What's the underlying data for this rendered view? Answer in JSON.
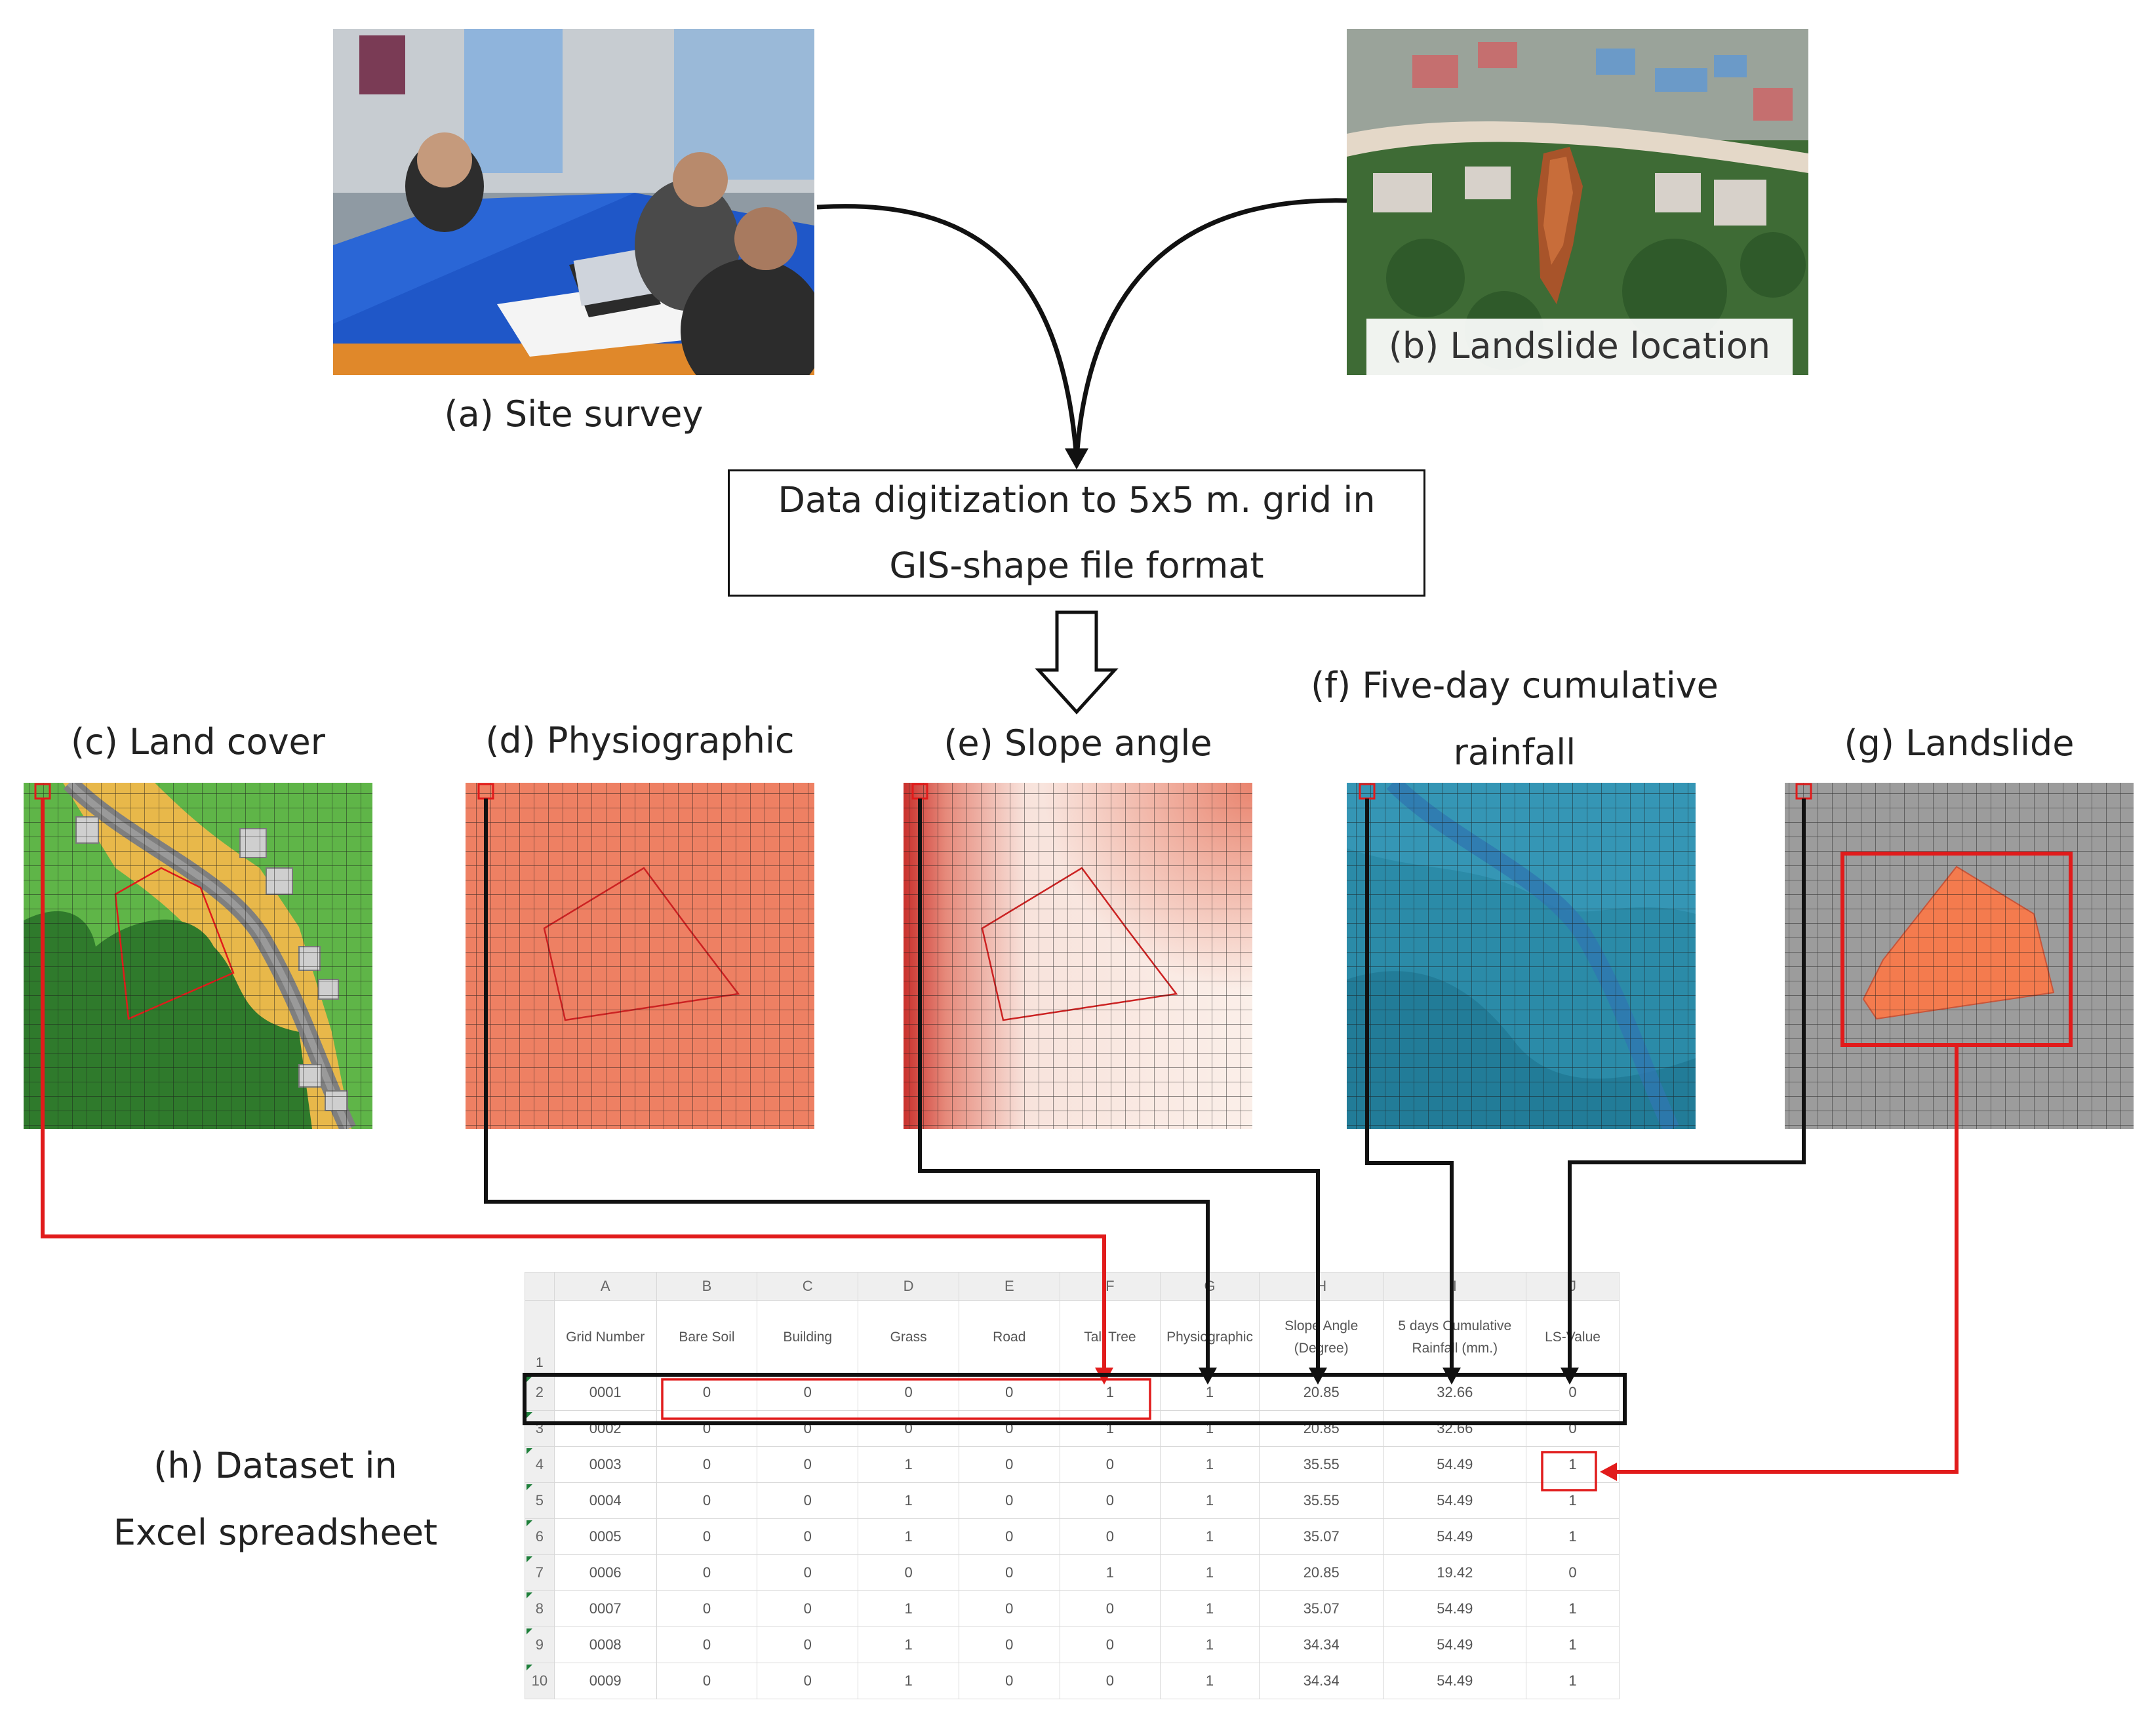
{
  "captions": {
    "a": "(a) Site survey",
    "b": "(b) Landslide location",
    "process": [
      "Data digitization to 5x5 m. grid in",
      "GIS-shape file format"
    ],
    "c": "(c) Land cover",
    "d": "(d) Physiographic",
    "e": "(e) Slope angle",
    "f1": "(f) Five-day cumulative",
    "f2": "rainfall",
    "g": "(g) Landslide",
    "h1": "(h) Dataset in",
    "h2": "Excel spreadsheet"
  },
  "colors": {
    "land_cover_grass": "#5fb548",
    "land_cover_tree": "#2f7a2c",
    "physiographic": "#ee8063",
    "slope_light": "#f8e3dc",
    "slope_dark": "#c9302c",
    "rainfall": "#2b8ba8",
    "landslide_grey": "#9c9c9c",
    "landslide_polygon": "#f47b4e",
    "highlight_red": "#e11b1b",
    "connector_black": "#111111"
  },
  "spreadsheet": {
    "column_letters": [
      "A",
      "B",
      "C",
      "D",
      "E",
      "F",
      "G",
      "H",
      "I",
      "J"
    ],
    "headers": [
      [
        "Grid Number"
      ],
      [
        "Bare Soil"
      ],
      [
        "Building"
      ],
      [
        "Grass"
      ],
      [
        "Road"
      ],
      [
        "Tall Tree"
      ],
      [
        "Physiographic"
      ],
      [
        "Slope Angle",
        "(Degree)"
      ],
      [
        "5 days Cumulative",
        "Rainfall (mm.)"
      ],
      [
        "LS-Value"
      ]
    ],
    "row_numbers": [
      "1",
      "2",
      "3",
      "4",
      "5",
      "6",
      "7",
      "8",
      "9",
      "10"
    ],
    "rows": [
      [
        "0001",
        "0",
        "0",
        "0",
        "0",
        "1",
        "1",
        "20.85",
        "32.66",
        "0"
      ],
      [
        "0002",
        "0",
        "0",
        "0",
        "0",
        "1",
        "1",
        "20.85",
        "32.66",
        "0"
      ],
      [
        "0003",
        "0",
        "0",
        "1",
        "0",
        "0",
        "1",
        "35.55",
        "54.49",
        "1"
      ],
      [
        "0004",
        "0",
        "0",
        "1",
        "0",
        "0",
        "1",
        "35.55",
        "54.49",
        "1"
      ],
      [
        "0005",
        "0",
        "0",
        "1",
        "0",
        "0",
        "1",
        "35.07",
        "54.49",
        "1"
      ],
      [
        "0006",
        "0",
        "0",
        "0",
        "0",
        "1",
        "1",
        "20.85",
        "19.42",
        "0"
      ],
      [
        "0007",
        "0",
        "0",
        "1",
        "0",
        "0",
        "1",
        "35.07",
        "54.49",
        "1"
      ],
      [
        "0008",
        "0",
        "0",
        "1",
        "0",
        "0",
        "1",
        "34.34",
        "54.49",
        "1"
      ],
      [
        "0009",
        "0",
        "0",
        "1",
        "0",
        "0",
        "1",
        "34.34",
        "54.49",
        "1"
      ]
    ]
  }
}
